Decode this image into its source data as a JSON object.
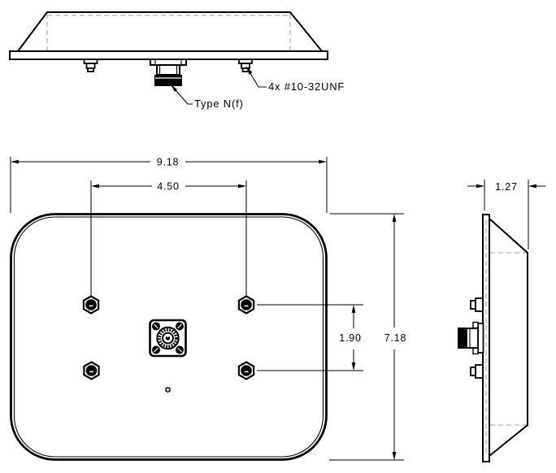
{
  "drawing": {
    "labels": {
      "connector_type": "Type N(f)",
      "mounting_hardware": "4x #10-32UNF"
    },
    "dimensions": {
      "overall_width": "9.18",
      "mount_spacing_horizontal": "4.50",
      "overall_height": "7.18",
      "mount_spacing_vertical": "1.90",
      "depth": "1.27"
    },
    "colors": {
      "line": "#000000",
      "hidden_line": "#9b9b9b",
      "background": "#ffffff"
    }
  }
}
